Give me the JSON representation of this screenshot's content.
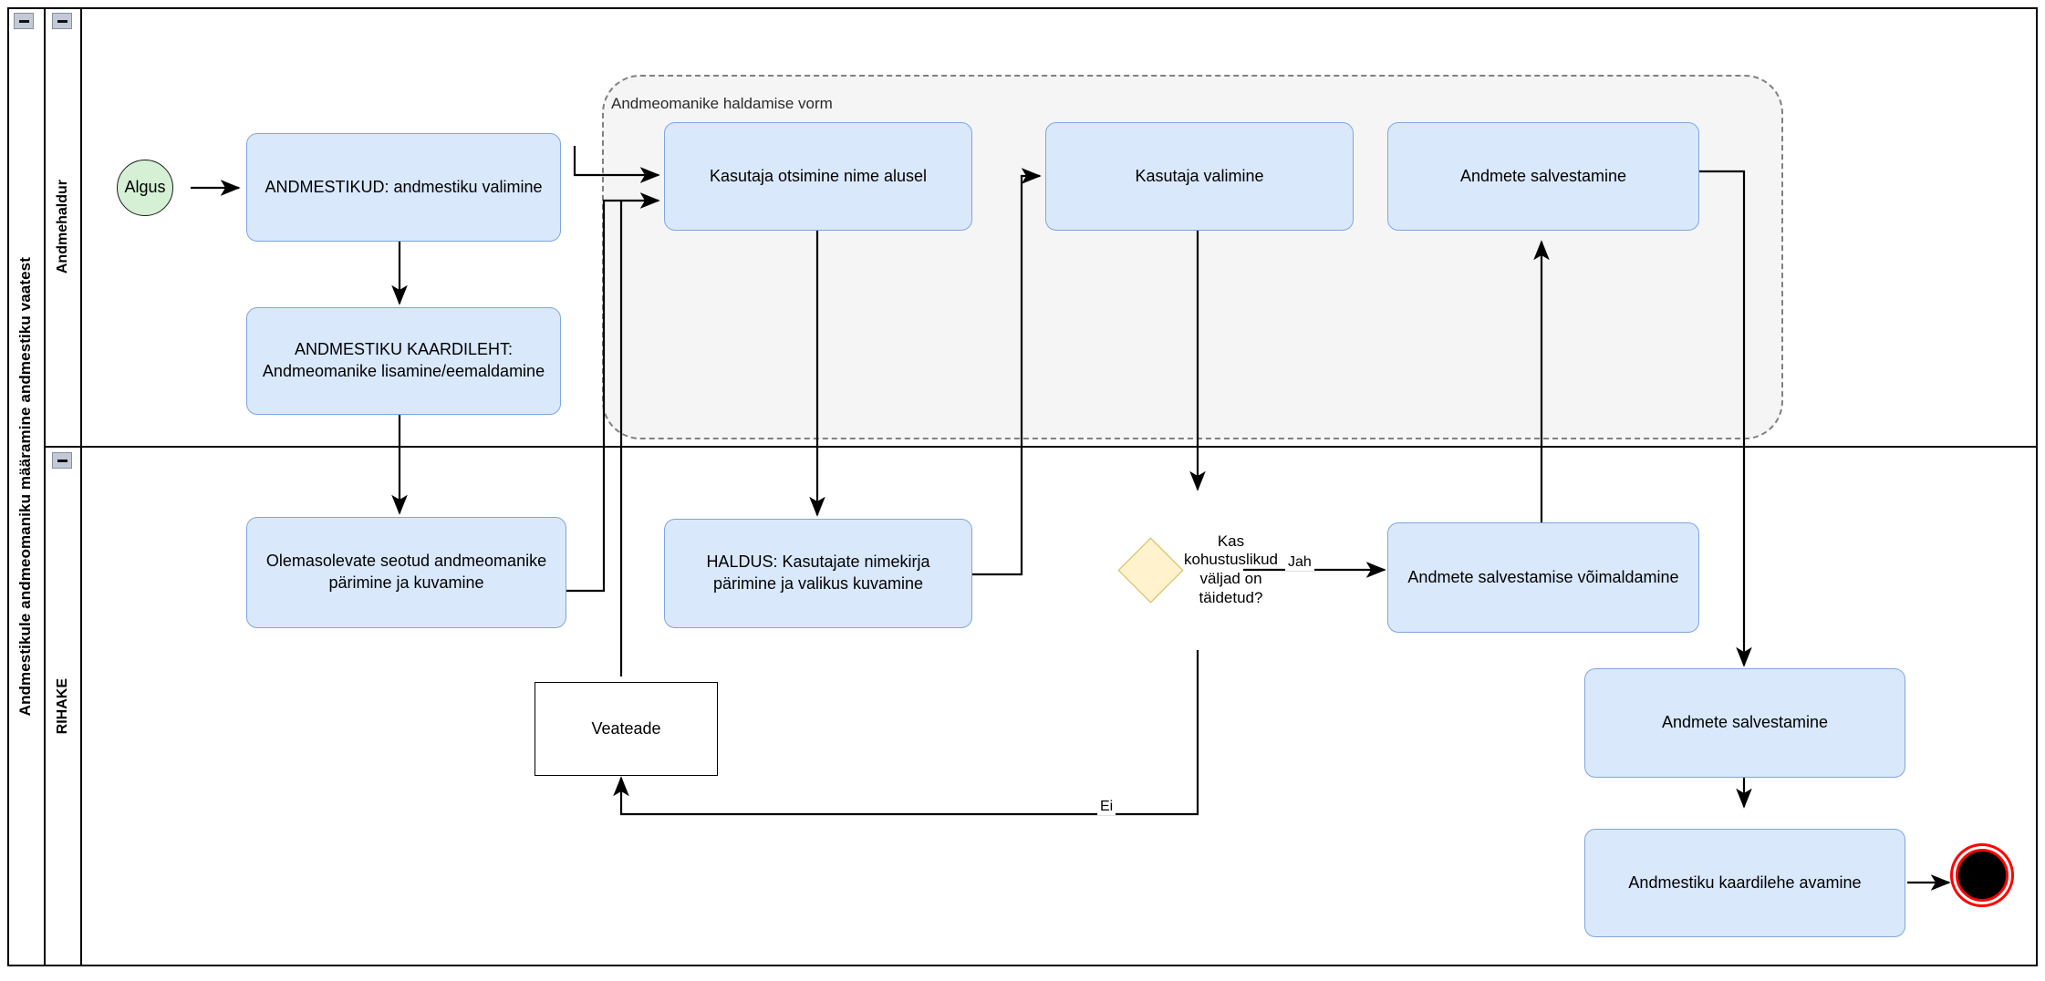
{
  "pool": {
    "title": "Andmestikule andmeomaniku määramine andmestiku vaatest",
    "collapse_icon": "minus-icon"
  },
  "lanes": [
    {
      "id": "lane-andmehaldur",
      "label": "Andmehaldur",
      "collapse_icon": "minus-icon"
    },
    {
      "id": "lane-rihake",
      "label": "RIHAKE",
      "collapse_icon": "minus-icon"
    }
  ],
  "group": {
    "label": "Andmeomanike haldamise vorm",
    "fill": "#f5f5f5",
    "stroke": "#808080",
    "style": "dashed"
  },
  "colors": {
    "task_fill": "#dae8fc",
    "task_stroke": "#7ea6e0",
    "start_fill": "#d5f0d5",
    "decision_fill": "#fff2cc",
    "decision_stroke": "#d6b656",
    "end_fill": "#000000",
    "end_stroke": "#ff0000",
    "edge": "#000000"
  },
  "nodes": {
    "start": {
      "label": "Algus",
      "type": "start-event"
    },
    "andmestikud": {
      "label": "ANDMESTIKUD: andmestiku valimine",
      "type": "task"
    },
    "kaardileht": {
      "label": "ANDMESTIKU KAARDILEHT: Andmeomanike lisamine/eemaldamine",
      "type": "task"
    },
    "olemasolevate": {
      "label": "Olemasolevate seotud andmeomanike pärimine ja kuvamine",
      "type": "task"
    },
    "otsimine": {
      "label": "Kasutaja otsimine nime alusel",
      "type": "task"
    },
    "haldus": {
      "label": "HALDUS: Kasutajate nimekirja pärimine ja valikus kuvamine",
      "type": "task"
    },
    "valimine": {
      "label": "Kasutaja valimine",
      "type": "task"
    },
    "salvestamine_top": {
      "label": "Andmete salvestamine",
      "type": "task"
    },
    "kontroll": {
      "label": "Kas kohustuslikud väljad on täidetud?",
      "type": "decision"
    },
    "voimaldamine": {
      "label": "Andmete salvestamise võimaldamine",
      "type": "task"
    },
    "salvestamine_bottom": {
      "label": "Andmete salvestamine",
      "type": "task"
    },
    "kaardilehe_avamine": {
      "label": "Andmestiku kaardilehe avamine",
      "type": "task"
    },
    "veateade": {
      "label": "Veateade",
      "type": "data-object"
    },
    "end": {
      "label": "",
      "type": "end-event"
    }
  },
  "edge_labels": {
    "jah": "Jah",
    "ei": "Ei"
  }
}
